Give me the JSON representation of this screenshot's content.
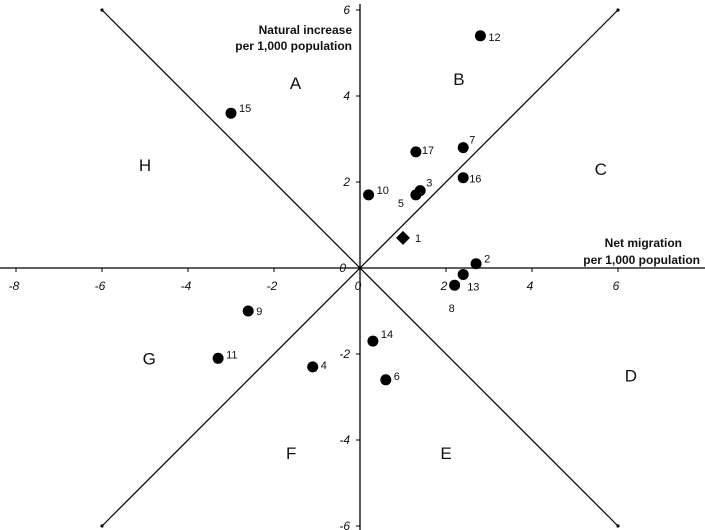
{
  "chart_data": {
    "type": "scatter",
    "title": "",
    "xlabel": [
      "Net migration",
      "per 1,000 population"
    ],
    "ylabel": [
      "Natural increase",
      "per 1,000 population"
    ],
    "xlim": [
      -8,
      8
    ],
    "ylim": [
      -6,
      6
    ],
    "xticks": [
      -8,
      -6,
      -4,
      -2,
      0,
      2,
      4,
      6
    ],
    "yticks": [
      -6,
      -4,
      -2,
      0,
      2,
      4,
      6
    ],
    "grid": false,
    "legend": "none",
    "dividing_lines": [
      {
        "from": [
          -6,
          -6
        ],
        "to": [
          6,
          6
        ]
      },
      {
        "from": [
          -6,
          6
        ],
        "to": [
          6,
          -6
        ]
      }
    ],
    "regions": [
      {
        "label": "A",
        "x": -1.5,
        "y": 4.3
      },
      {
        "label": "B",
        "x": 2.3,
        "y": 4.4
      },
      {
        "label": "C",
        "x": 5.6,
        "y": 2.3
      },
      {
        "label": "D",
        "x": 6.3,
        "y": -2.5
      },
      {
        "label": "E",
        "x": 2.0,
        "y": -4.3
      },
      {
        "label": "F",
        "x": -1.6,
        "y": -4.3
      },
      {
        "label": "G",
        "x": -4.9,
        "y": -2.1
      },
      {
        "label": "H",
        "x": -5.0,
        "y": 2.4
      }
    ],
    "points": [
      {
        "label": "1",
        "x": 1.0,
        "y": 0.7,
        "marker": "diamond"
      },
      {
        "label": "2",
        "x": 2.7,
        "y": 0.1,
        "marker": "circle"
      },
      {
        "label": "3",
        "x": 1.4,
        "y": 1.8,
        "marker": "circle"
      },
      {
        "label": "4",
        "x": -1.1,
        "y": -2.3,
        "marker": "circle"
      },
      {
        "label": "5",
        "x": 1.3,
        "y": 1.7,
        "marker": "circle"
      },
      {
        "label": "6",
        "x": 0.6,
        "y": -2.6,
        "marker": "circle"
      },
      {
        "label": "7",
        "x": 2.4,
        "y": 2.8,
        "marker": "circle"
      },
      {
        "label": "8",
        "x": 2.2,
        "y": -0.4,
        "marker": "circle"
      },
      {
        "label": "9",
        "x": -2.6,
        "y": -1.0,
        "marker": "circle"
      },
      {
        "label": "10",
        "x": 0.2,
        "y": 1.7,
        "marker": "circle"
      },
      {
        "label": "11",
        "x": -3.3,
        "y": -2.1,
        "marker": "circle"
      },
      {
        "label": "12",
        "x": 2.8,
        "y": 5.4,
        "marker": "circle"
      },
      {
        "label": "13",
        "x": 2.4,
        "y": -0.15,
        "marker": "circle"
      },
      {
        "label": "14",
        "x": 0.3,
        "y": -1.7,
        "marker": "circle"
      },
      {
        "label": "15",
        "x": -3.0,
        "y": 3.6,
        "marker": "circle"
      },
      {
        "label": "16",
        "x": 2.4,
        "y": 2.1,
        "marker": "circle"
      },
      {
        "label": "17",
        "x": 1.3,
        "y": 2.7,
        "marker": "circle"
      }
    ]
  }
}
